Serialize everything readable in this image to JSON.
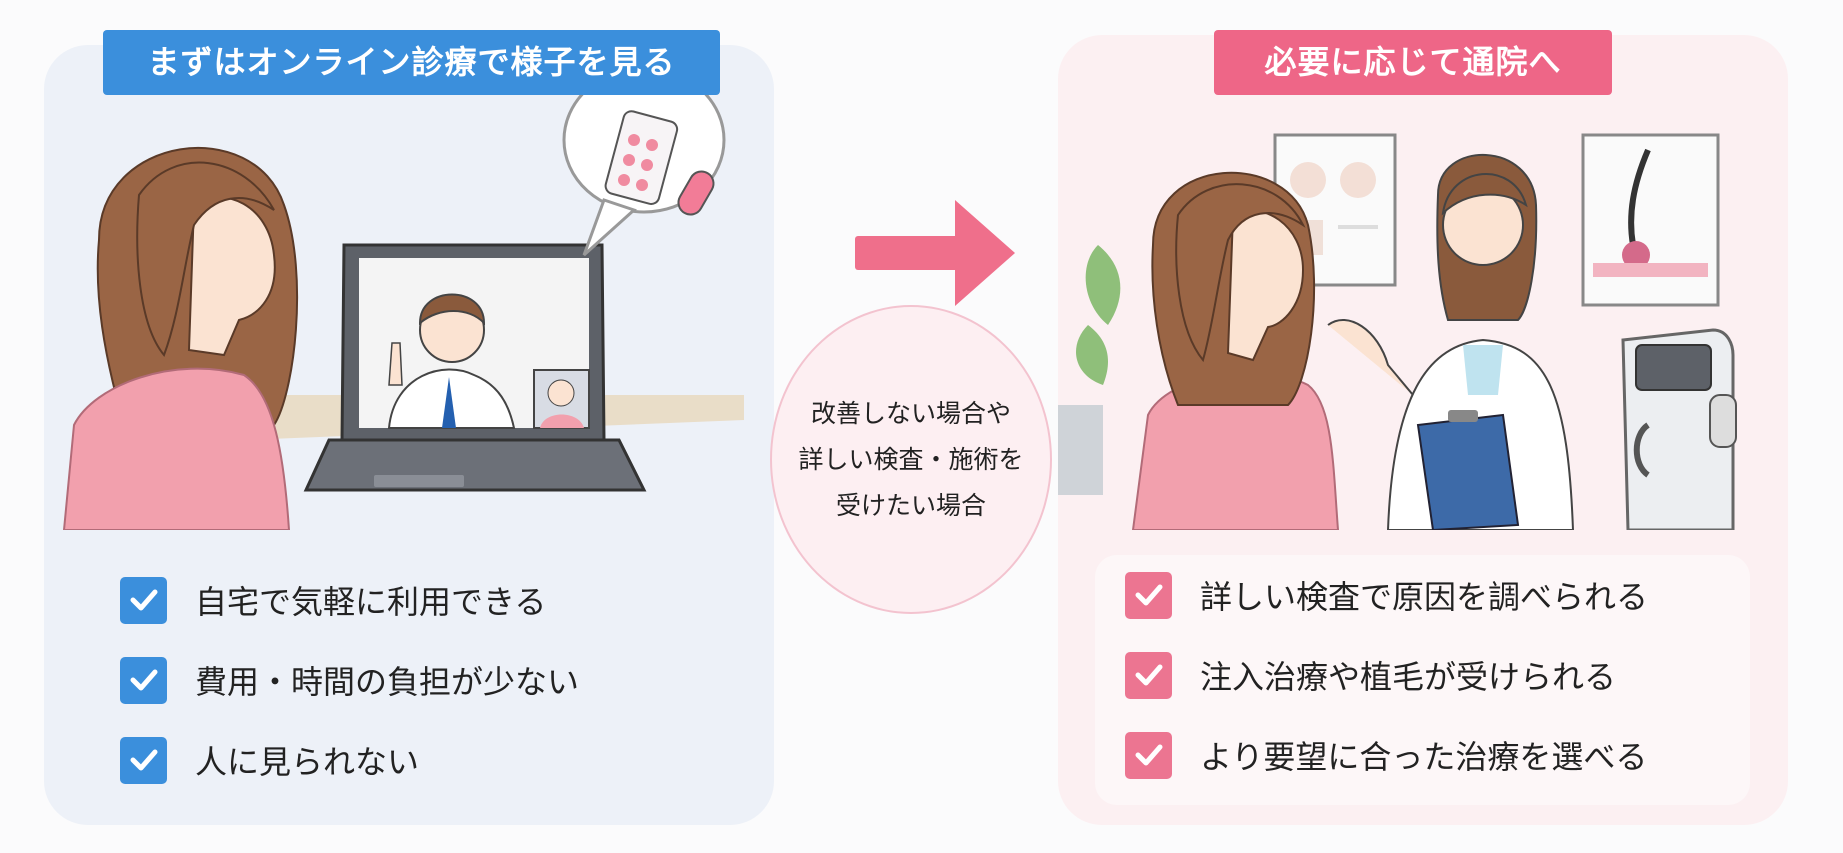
{
  "left": {
    "title": "まずはオンライン診療で様子を見る",
    "items": [
      "自宅で気軽に利用できる",
      "費用・時間の負担が少ない",
      "人に見られない"
    ]
  },
  "transition": {
    "lines": [
      "改善しない場合や",
      "詳しい検査・施術を",
      "受けたい場合"
    ]
  },
  "right": {
    "title": "必要に応じて通院へ",
    "items": [
      "詳しい検査で原因を調べられる",
      "注入治療や植毛が受けられる",
      "より要望に合った治療を選べる"
    ]
  },
  "colors": {
    "blue_accent": "#3b8fdc",
    "pink_accent": "#ee6687",
    "left_panel_bg": "#edf1f8",
    "right_panel_bg": "#fcf0f2"
  }
}
